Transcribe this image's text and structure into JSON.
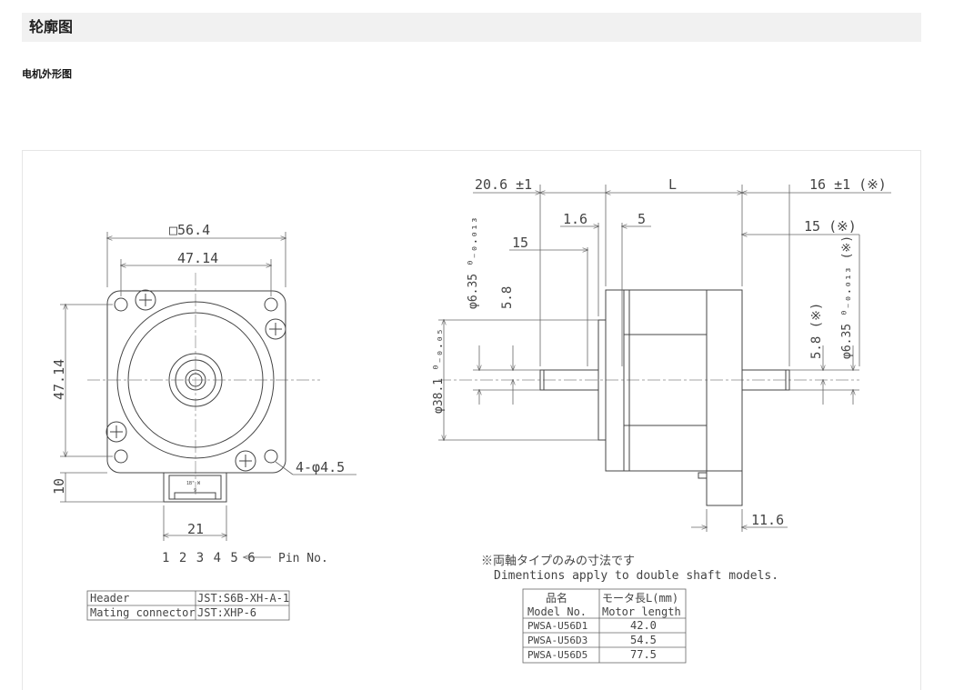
{
  "section": {
    "title": "轮廓图"
  },
  "subtitle": "电机外形图",
  "front_view": {
    "square_dim": "□56.4",
    "hole_pitch_h": "47.14",
    "hole_pitch_v": "47.14",
    "mount_holes": "4-φ4.5",
    "connector_offset": "10",
    "connector_width": "21",
    "connector_marks": "1B\" W\n9",
    "pin_numbers": "1 2 3 4 5 6",
    "pin_label": "Pin No."
  },
  "connector_table": {
    "rows": [
      {
        "name": "Header",
        "value": "JST:S6B-XH-A-1"
      },
      {
        "name": "Mating connector",
        "value": "JST:XHP-6"
      }
    ]
  },
  "side_view": {
    "dim_front_shaft": "20.6 ±1",
    "dim_L": "L",
    "dim_rear_shaft": "16 ±1 (※)",
    "dim_boss": "1.6",
    "dim_5": "5",
    "dim_flat": "15",
    "dim_rear_flat": "15 (※)",
    "dim_shaft_dia": "φ6.35 ⁰₋₀.₀₁₃",
    "dim_58": "5.8",
    "dim_pilot": "φ38.1 ⁰₋₀.₀₅",
    "dim_rear_58": "5.8 (※)",
    "dim_rear_dia": "φ6.35 ⁰₋₀.₀₁₃ (※)",
    "dim_116": "11.6",
    "note_jp": "※両軸タイプのみの寸法です",
    "note_en": "Dimentions apply to double shaft models."
  },
  "model_table": {
    "header_jp": [
      "品名",
      "モータ長L(mm)"
    ],
    "header_en": [
      "Model No.",
      "Motor length"
    ],
    "rows": [
      {
        "model": "PWSA-U56D1",
        "length": "42.0"
      },
      {
        "model": "PWSA-U56D3",
        "length": "54.5"
      },
      {
        "model": "PWSA-U56D5",
        "length": "77.5"
      }
    ]
  }
}
